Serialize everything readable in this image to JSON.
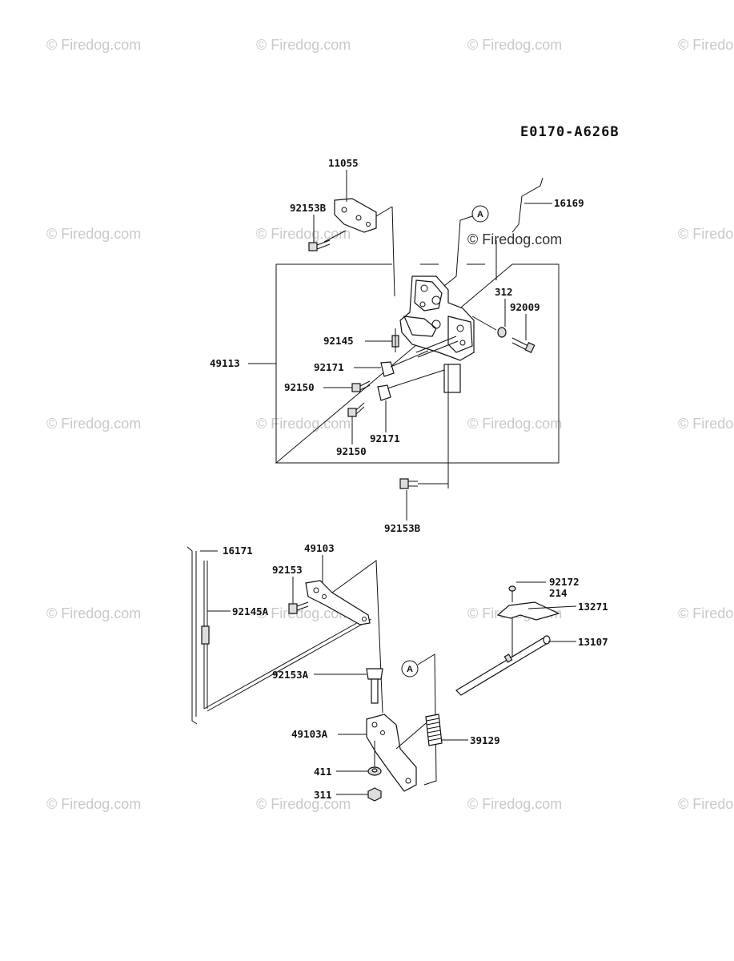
{
  "diagram_code": "E0170-A626B",
  "watermark": "© Firedog.com",
  "callouts": {
    "c11055": "11055",
    "c92153B_top": "92153B",
    "c16169": "16169",
    "c312": "312",
    "c92009": "92009",
    "c92145": "92145",
    "c49113": "49113",
    "c92171_a": "92171",
    "c92150_a": "92150",
    "c92171_b": "92171",
    "c92150_b": "92150",
    "c92153B_bottom": "92153B",
    "c16171": "16171",
    "c49103": "49103",
    "c92153": "92153",
    "c92145A": "92145A",
    "c92172": "92172",
    "c214": "214",
    "c13271": "13271",
    "c13107": "13107",
    "c92153A": "92153A",
    "c49103A": "49103A",
    "c39129": "39129",
    "c411": "411",
    "c311": "311"
  },
  "reference_marker": "A"
}
